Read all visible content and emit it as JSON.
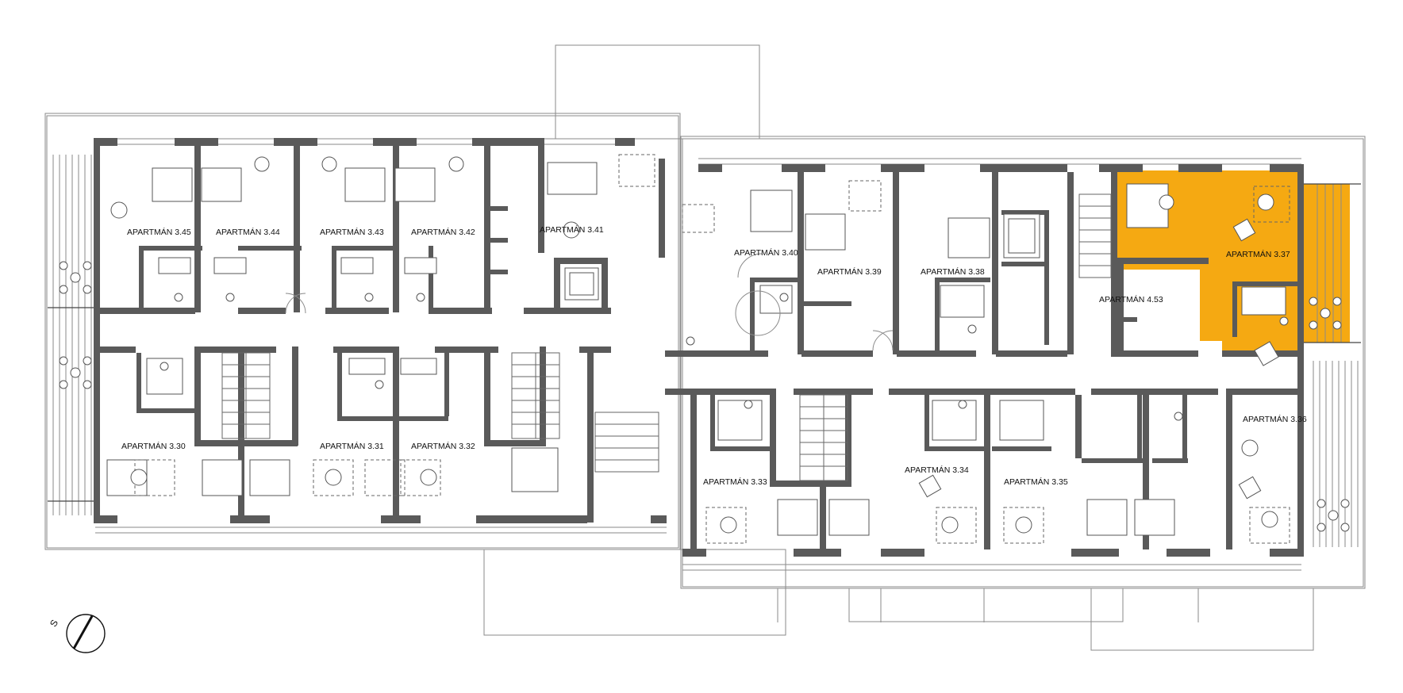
{
  "plan": {
    "highlight_color": "#f5a912",
    "wall_color": "#5a5a5a",
    "apartments": [
      {
        "id": "3.45",
        "label": "APARTMÁN 3.45"
      },
      {
        "id": "3.44",
        "label": "APARTMÁN 3.44"
      },
      {
        "id": "3.43",
        "label": "APARTMÁN 3.43"
      },
      {
        "id": "3.42",
        "label": "APARTMÁN 3.42"
      },
      {
        "id": "3.41",
        "label": "APARTMÁN 3.41"
      },
      {
        "id": "3.40",
        "label": "APARTMÁN 3.40"
      },
      {
        "id": "3.39",
        "label": "APARTMÁN 3.39"
      },
      {
        "id": "3.38",
        "label": "APARTMÁN 3.38"
      },
      {
        "id": "4.53",
        "label": "APARTMÁN 4.53"
      },
      {
        "id": "3.37",
        "label": "APARTMÁN 3.37",
        "highlighted": true
      },
      {
        "id": "3.30",
        "label": "APARTMÁN 3.30"
      },
      {
        "id": "3.31",
        "label": "APARTMÁN 3.31"
      },
      {
        "id": "3.32",
        "label": "APARTMÁN 3.32"
      },
      {
        "id": "3.33",
        "label": "APARTMÁN 3.33"
      },
      {
        "id": "3.34",
        "label": "APARTMÁN 3.34"
      },
      {
        "id": "3.35",
        "label": "APARTMÁN 3.35"
      },
      {
        "id": "3.36",
        "label": "APARTMÁN 3.36"
      }
    ],
    "compass": {
      "letter": "S",
      "icon": "north-arrow-icon"
    }
  }
}
